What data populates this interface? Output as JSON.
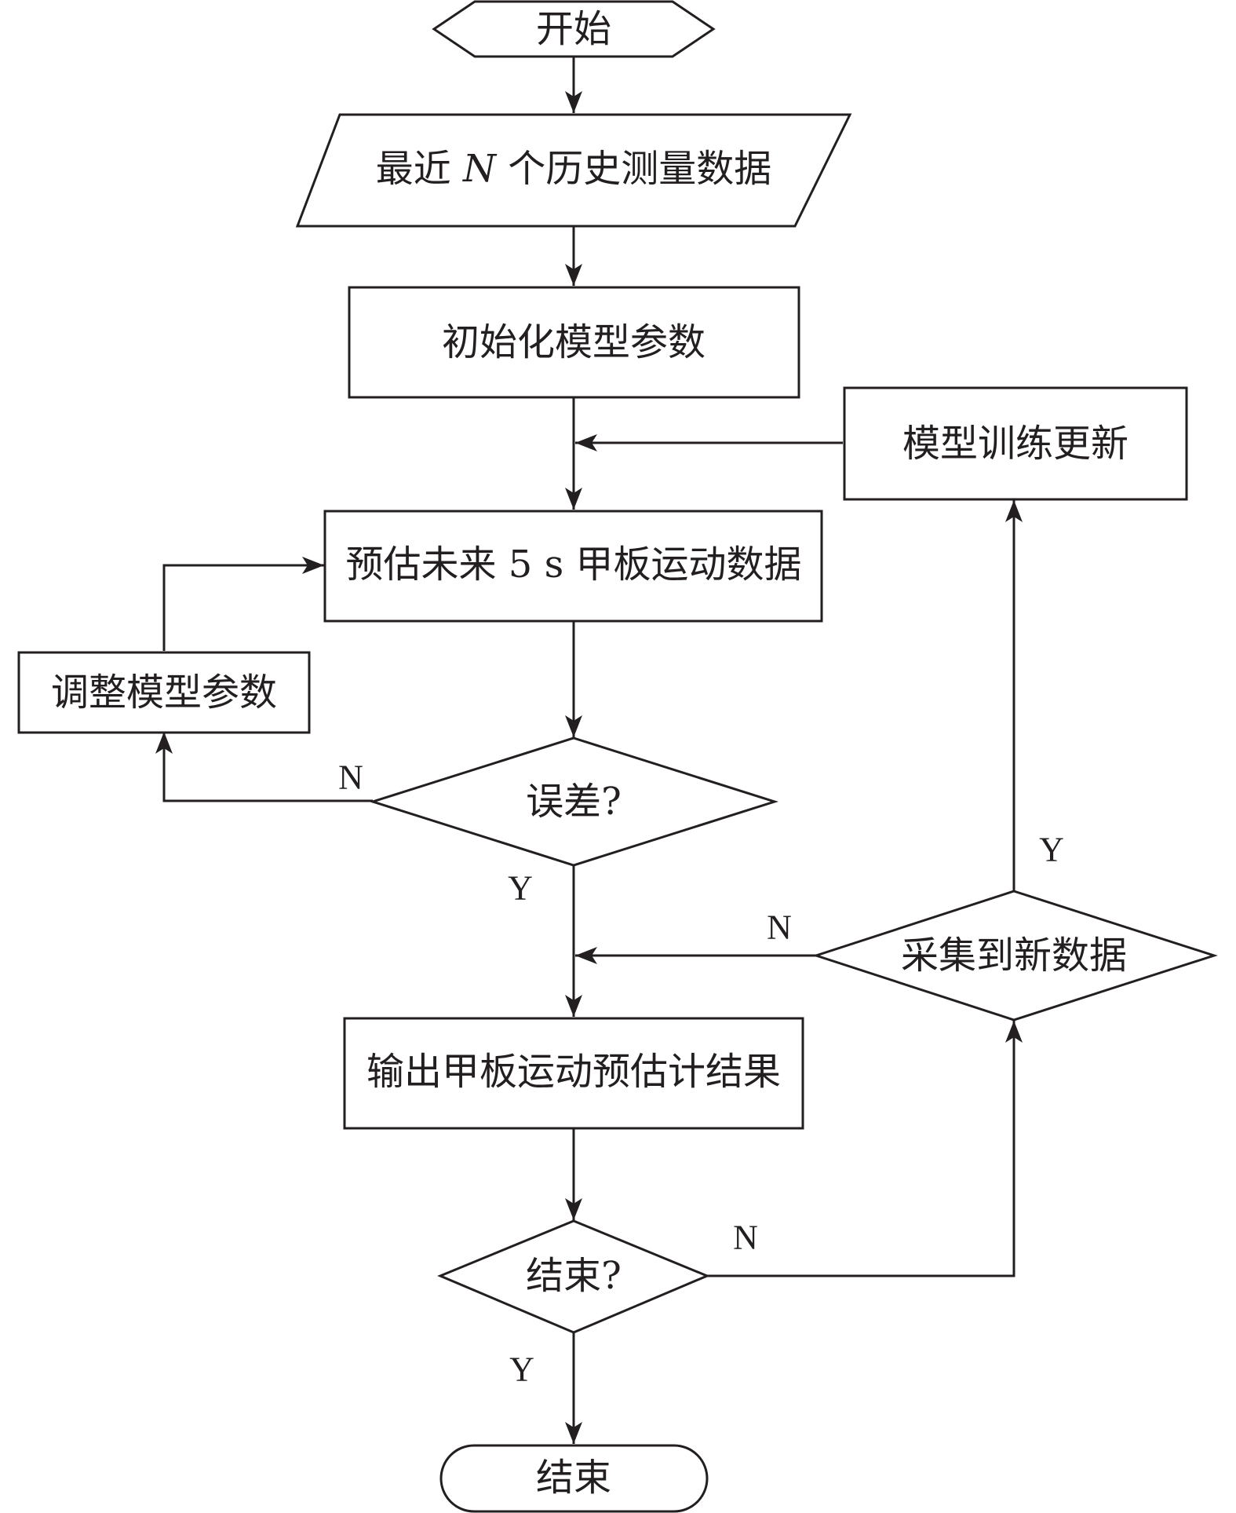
{
  "nodes": {
    "start": "开始",
    "input": {
      "pre": "最近 ",
      "var": "N",
      "post": " 个历史测量数据"
    },
    "init": "初始化模型参数",
    "train": "模型训练更新",
    "predict": "预估未来 5 s 甲板运动数据",
    "adjust": "调整模型参数",
    "error": "误差?",
    "collect": "采集到新数据",
    "output": "输出甲板运动预估计结果",
    "end_check": "结束?",
    "end": "结束"
  },
  "edges": {
    "error_no": "N",
    "error_yes": "Y",
    "collect_no": "N",
    "collect_yes": "Y",
    "end_no": "N",
    "end_yes": "Y"
  },
  "colors": {
    "stroke": "#231f20",
    "background": "#ffffff"
  }
}
